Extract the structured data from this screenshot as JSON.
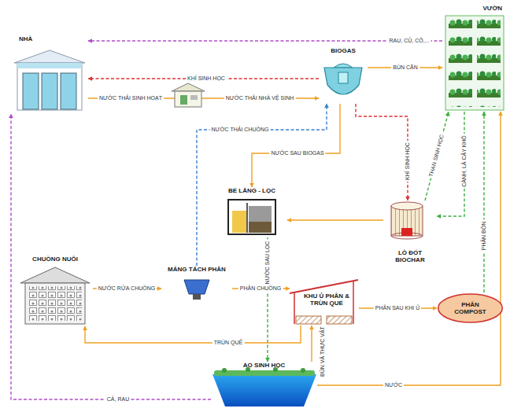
{
  "diagram": {
    "nodes": [
      {
        "text": [
          "NHÀ"
        ]
      },
      {
        "text": [
          "VƯỜN"
        ]
      },
      {
        "text": [
          "BIOGAS"
        ]
      },
      {
        "text": [
          "BỂ LẮNG - LỌC"
        ]
      },
      {
        "text": [
          "LÒ ĐỐT BIOCHAR"
        ]
      },
      {
        "text": [
          "CHUỒNG NUÔI"
        ]
      },
      {
        "text": [
          "MÁNG TÁCH PHÂN"
        ]
      },
      {
        "text": [
          "KHU Ủ PHÂN & TRÙN QUẾ"
        ]
      },
      {
        "text": [
          "PHÂN COMPOST"
        ]
      },
      {
        "text": [
          "AO SINH HỌC"
        ]
      }
    ],
    "edges": [
      {
        "from": 1,
        "to": 0,
        "arrow": "to",
        "label": "RAU, CỦ, CỎ,..."
      },
      {
        "from": 2,
        "to": 0,
        "arrow": "to",
        "label": "KHÍ SINH HỌC"
      },
      {
        "from": 0,
        "to": 2,
        "arrow": "to",
        "label": "NƯỚC THẢI SINH HOẠT"
      },
      {
        "from": 2,
        "to": 1,
        "arrow": "to",
        "label": "BÙN CẶN"
      },
      {
        "from": 2,
        "to": 4,
        "arrow": "to",
        "label": "KHÍ SINH HỌC"
      },
      {
        "from": 4,
        "to": 1,
        "arrow": "to",
        "label": "THAN SINH HỌC"
      },
      {
        "from": 1,
        "to": 4,
        "arrow": "to",
        "label": "CÀNH, LÁ CÂY KHÔ"
      },
      {
        "from": 8,
        "to": 1,
        "arrow": "to",
        "label": "PHÂN BÓN"
      },
      {
        "from": 6,
        "to": 2,
        "arrow": "to",
        "label": "NƯỚC THẢI CHUỒNG"
      },
      {
        "from": 2,
        "to": 3,
        "arrow": "to",
        "label": "NƯỚC SAU BIOGAS"
      },
      {
        "from": 4,
        "to": 3,
        "arrow": "to"
      },
      {
        "from": 3,
        "to": 9,
        "arrow": "to",
        "label": "NƯỚC SAU LỌC"
      },
      {
        "from": 5,
        "to": 6,
        "arrow": "to",
        "label": "NƯỚC RỬA CHUỒNG"
      },
      {
        "from": 6,
        "to": 7,
        "arrow": "to",
        "label": "PHÂN CHUỒNG"
      },
      {
        "from": 7,
        "to": 8,
        "arrow": "to",
        "label": "PHÂN SAU KHI Ủ"
      },
      {
        "from": 7,
        "to": 5,
        "arrow": "to",
        "label": "TRÙN QUẾ"
      },
      {
        "from": 9,
        "to": 7,
        "arrow": "to",
        "label": "BÙN VÀ THỰC VẬT"
      },
      {
        "from": 9,
        "to": 1,
        "arrow": "to",
        "label": "NƯỚC"
      },
      {
        "from": 9,
        "to": 0,
        "arrow": "to",
        "label": "CÁ, RAU"
      }
    ],
    "labels": [
      "NƯỚC THẢI NHÀ VỆ SINH"
    ]
  }
}
